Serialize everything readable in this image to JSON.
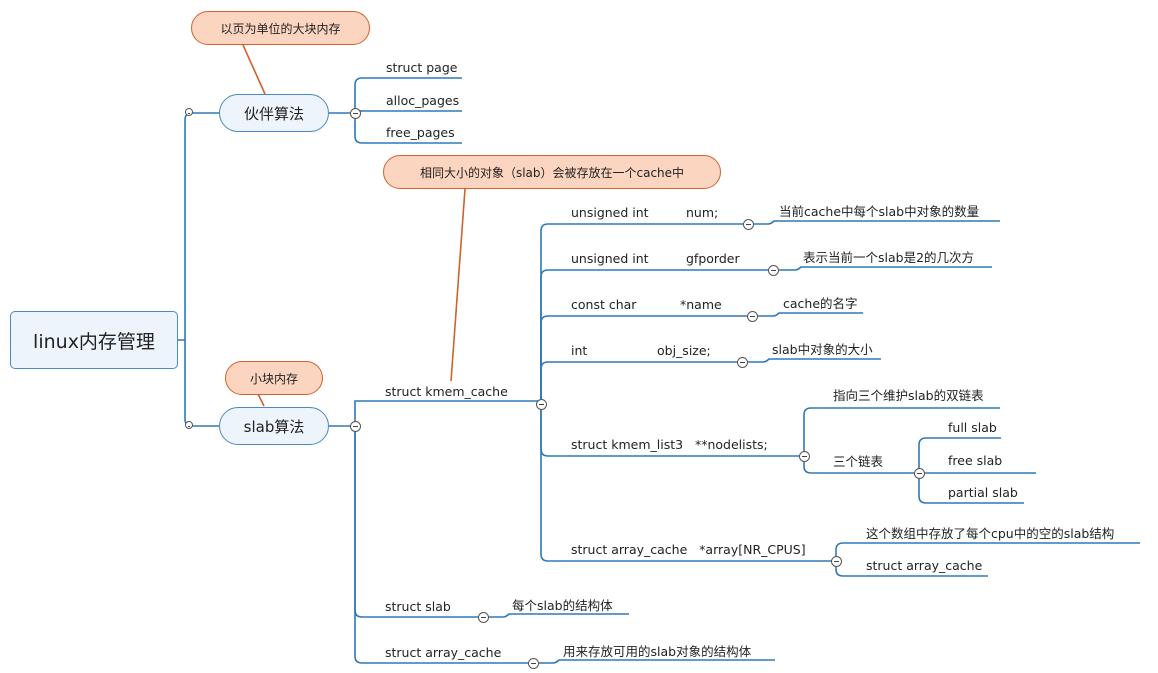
{
  "root": "linux内存管理",
  "buddy": {
    "title": "伙伴算法",
    "note": "以页为单位的大块内存",
    "items": [
      "struct page",
      "alloc_pages",
      "free_pages"
    ]
  },
  "slab": {
    "title": "slab算法",
    "note": "小块内存",
    "kmem_cache": {
      "label": "struct kmem_cache",
      "note": "相同大小的对象（slab）会被存放在一个cache中",
      "fields": [
        {
          "type": "unsigned int",
          "name": "num;",
          "desc": "当前cache中每个slab中对象的数量"
        },
        {
          "type": "unsigned int",
          "name": "gfporder",
          "desc": "表示当前一个slab是2的几次方"
        },
        {
          "type": "const char",
          "name": "*name",
          "desc": "cache的名字"
        },
        {
          "type": "int",
          "name": "obj_size;",
          "desc": "slab中对象的大小"
        }
      ],
      "nodelists": {
        "label": "struct kmem_list3   **nodelists;",
        "desc": "指向三个维护slab的双链表",
        "lists_label": "三个链表",
        "lists": [
          "full slab",
          "free slab",
          "partial slab"
        ]
      },
      "array": {
        "label": "struct array_cache   *array[NR_CPUS]",
        "desc": "这个数组中存放了每个cpu中的空的slab结构",
        "sub": "struct array_cache"
      }
    },
    "slab_struct": {
      "label": "struct slab",
      "desc": "每个slab的结构体"
    },
    "array_cache": {
      "label": "struct array_cache",
      "desc": "用来存放可用的slab对象的结构体"
    }
  }
}
